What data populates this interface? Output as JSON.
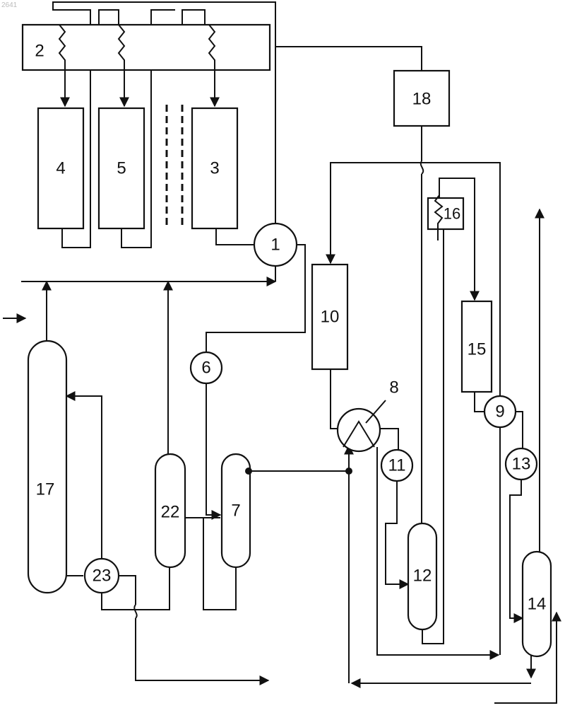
{
  "watermark": "2641",
  "units": {
    "u1": "1",
    "u2": "2",
    "u3": "3",
    "u4": "4",
    "u5": "5",
    "u6": "6",
    "u7": "7",
    "u8": "8",
    "u9": "9",
    "u10": "10",
    "u11": "11",
    "u12": "12",
    "u13": "13",
    "u14": "14",
    "u15": "15",
    "u16": "16",
    "u17": "17",
    "u18": "18",
    "u22": "22",
    "u23": "23"
  }
}
